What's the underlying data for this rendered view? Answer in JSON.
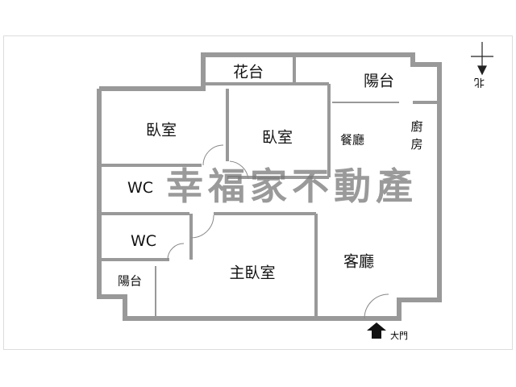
{
  "rooms": {
    "flower_terrace": "花台",
    "balcony_top": "陽台",
    "bedroom_1": "臥室",
    "bedroom_2": "臥室",
    "dining": "餐廳",
    "kitchen": "廚\n房",
    "wc_1": "WC",
    "wc_2": "WC",
    "master_bedroom": "主臥室",
    "living": "客廳",
    "balcony_left": "陽台"
  },
  "watermark": "幸福家不動產",
  "entrance": "大門",
  "compass": "北",
  "colors": {
    "wall": "#999999",
    "text": "#111111"
  }
}
